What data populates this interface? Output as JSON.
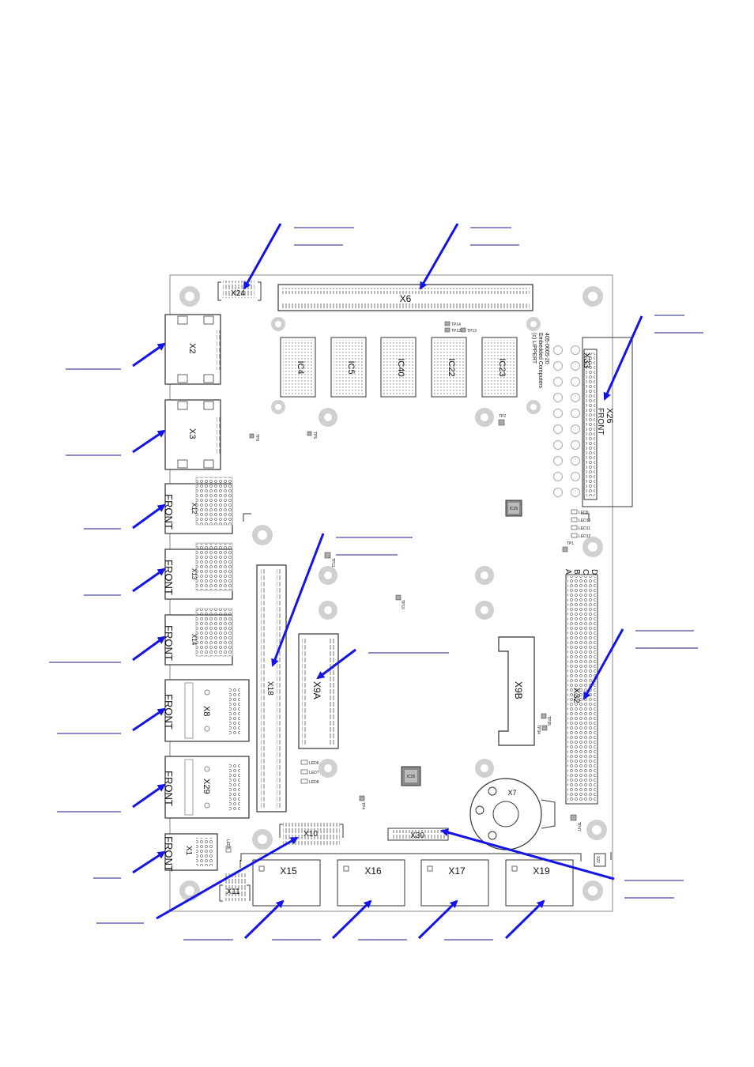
{
  "colors": {
    "arrow": "#1414e6",
    "board_outline": "#888888",
    "hole": "#c8c8c8",
    "component": "#333333"
  },
  "headers": {
    "X24": "X24",
    "X6": "X6",
    "X33": "X33",
    "X26": "X26",
    "X26_front": "FRONT",
    "X18": "X18",
    "X9A": "X9A",
    "X9B": "X9B",
    "X32": "X32",
    "X7": "X7",
    "X10": "X10",
    "X30": "X30",
    "X11": "X11",
    "X22": "X22",
    "X15": "X15",
    "X16": "X16",
    "X17": "X17",
    "X19": "X19"
  },
  "connectors_left": [
    {
      "id": "X2",
      "front": ""
    },
    {
      "id": "X3",
      "front": ""
    },
    {
      "id": "X12",
      "front": "FRONT"
    },
    {
      "id": "X13",
      "front": "FRONT"
    },
    {
      "id": "X14",
      "front": "FRONT"
    },
    {
      "id": "X8",
      "front": "FRONT"
    },
    {
      "id": "X29",
      "front": "FRONT"
    },
    {
      "id": "X1",
      "front": "FRONT"
    }
  ],
  "ics": [
    "IC4",
    "IC5",
    "IC40",
    "IC22",
    "IC23"
  ],
  "chips": {
    "IC25": "IC25",
    "IC26": "IC26"
  },
  "copyright": [
    "(c) LIPPERT",
    "Embedded Computers",
    "405-0005-20"
  ],
  "test_points": {
    "TP14": "TP14",
    "TP12": "TP12",
    "TP13": "TP13",
    "TP2": "TP2",
    "TP5": "TP5",
    "TP6": "TP6",
    "TP11": "TP11",
    "TP10": "TP10",
    "TP4": "TP4",
    "TP35": "TP35",
    "TP34": "TP34",
    "TP1": "TP1",
    "TP47": "TP47"
  },
  "leds": {
    "right": [
      "LED9",
      "LED10",
      "LED11",
      "LED12"
    ],
    "center": [
      "LED6",
      "LED7",
      "LED8"
    ],
    "left": "LED5"
  },
  "x32_rows": [
    "D",
    "C",
    "B",
    "A"
  ]
}
